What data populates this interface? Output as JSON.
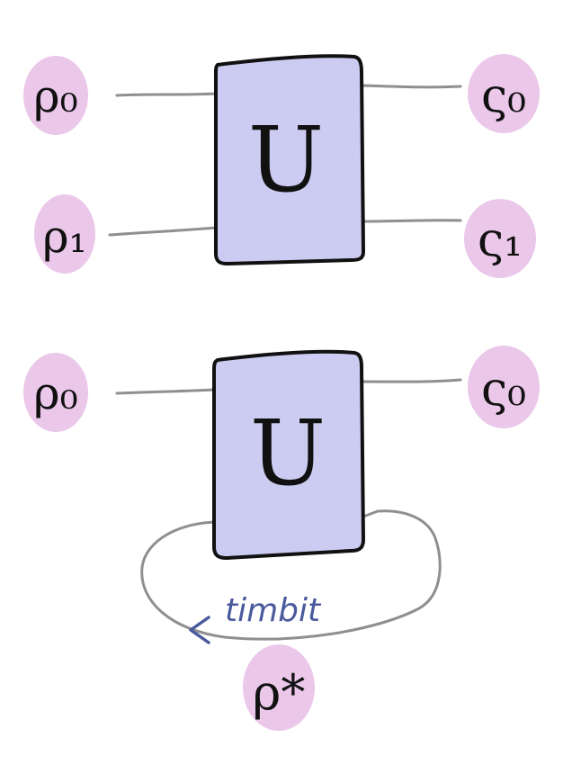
{
  "colors": {
    "state_blob": "#ebc7ea",
    "gate_fill": "#ccccf2",
    "ink": "#111111",
    "wire": "#8f8f8f",
    "timeloop_arrow": "#4a5a9c"
  },
  "diagram_top": {
    "gate_label": "U",
    "inputs": [
      "ρ₀",
      "ρ₁"
    ],
    "outputs": [
      "ς₀",
      "ς₁"
    ]
  },
  "diagram_bottom": {
    "gate_label": "U",
    "input": "ρ₀",
    "output": "ς₀",
    "loop_label": "timbit",
    "fixed_point_label": "ρ*"
  }
}
